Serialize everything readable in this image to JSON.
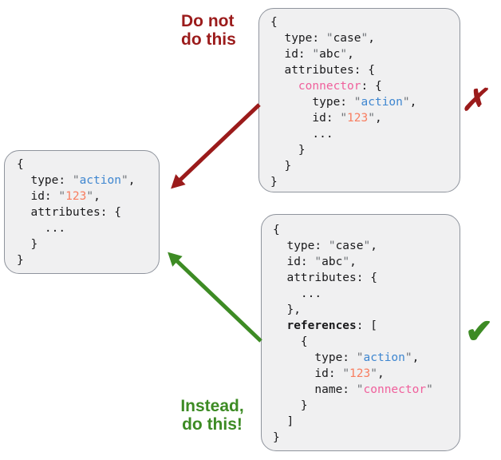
{
  "colors": {
    "red": "#9b1b1b",
    "green": "#3d8b24",
    "code_black": "#1a1a1c",
    "quote": "#6e7277",
    "blue": "#3e86d0",
    "orange": "#f87e60",
    "pink": "#f0609c",
    "box_bg": "#f0f0f1",
    "box_border": "#8f949d"
  },
  "labels": {
    "do_not": "Do not\ndo this",
    "instead": "Instead,\ndo this!"
  },
  "marks": {
    "cross": "✗",
    "check": "✔"
  },
  "boxes": {
    "action_object": [
      [
        {
          "t": "{"
        }
      ],
      [
        {
          "t": "  type: "
        },
        {
          "t": "\"",
          "c": "q"
        },
        {
          "t": "action",
          "c": "blue"
        },
        {
          "t": "\"",
          "c": "q"
        },
        {
          "t": ","
        }
      ],
      [
        {
          "t": "  id: "
        },
        {
          "t": "\"",
          "c": "q"
        },
        {
          "t": "123",
          "c": "orange"
        },
        {
          "t": "\"",
          "c": "q"
        },
        {
          "t": ","
        }
      ],
      [
        {
          "t": "  attributes: {"
        }
      ],
      [
        {
          "t": "    ..."
        }
      ],
      [
        {
          "t": "  }"
        }
      ],
      [
        {
          "t": "}"
        }
      ]
    ],
    "bad_example": [
      [
        {
          "t": "{"
        }
      ],
      [
        {
          "t": "  type: "
        },
        {
          "t": "\"",
          "c": "q"
        },
        {
          "t": "case"
        },
        {
          "t": "\"",
          "c": "q"
        },
        {
          "t": ","
        }
      ],
      [
        {
          "t": "  id: "
        },
        {
          "t": "\"",
          "c": "q"
        },
        {
          "t": "abc"
        },
        {
          "t": "\"",
          "c": "q"
        },
        {
          "t": ","
        }
      ],
      [
        {
          "t": "  attributes: {"
        }
      ],
      [
        {
          "t": "    "
        },
        {
          "t": "connector",
          "c": "pink"
        },
        {
          "t": ": {"
        }
      ],
      [
        {
          "t": "      type: "
        },
        {
          "t": "\"",
          "c": "q"
        },
        {
          "t": "action",
          "c": "blue"
        },
        {
          "t": "\"",
          "c": "q"
        },
        {
          "t": ","
        }
      ],
      [
        {
          "t": "      id: "
        },
        {
          "t": "\"",
          "c": "q"
        },
        {
          "t": "123",
          "c": "orange"
        },
        {
          "t": "\"",
          "c": "q"
        },
        {
          "t": ","
        }
      ],
      [
        {
          "t": "      ..."
        }
      ],
      [
        {
          "t": "    }"
        }
      ],
      [
        {
          "t": "  }"
        }
      ],
      [
        {
          "t": "}"
        }
      ]
    ],
    "good_example": [
      [
        {
          "t": "{"
        }
      ],
      [
        {
          "t": "  type: "
        },
        {
          "t": "\"",
          "c": "q"
        },
        {
          "t": "case"
        },
        {
          "t": "\"",
          "c": "q"
        },
        {
          "t": ","
        }
      ],
      [
        {
          "t": "  id: "
        },
        {
          "t": "\"",
          "c": "q"
        },
        {
          "t": "abc"
        },
        {
          "t": "\"",
          "c": "q"
        },
        {
          "t": ","
        }
      ],
      [
        {
          "t": "  attributes: {"
        }
      ],
      [
        {
          "t": "    ..."
        }
      ],
      [
        {
          "t": "  },"
        }
      ],
      [
        {
          "t": "  "
        },
        {
          "t": "references",
          "b": true
        },
        {
          "t": ": ["
        }
      ],
      [
        {
          "t": "    {"
        }
      ],
      [
        {
          "t": "      type: "
        },
        {
          "t": "\"",
          "c": "q"
        },
        {
          "t": "action",
          "c": "blue"
        },
        {
          "t": "\"",
          "c": "q"
        },
        {
          "t": ","
        }
      ],
      [
        {
          "t": "      id: "
        },
        {
          "t": "\"",
          "c": "q"
        },
        {
          "t": "123",
          "c": "orange"
        },
        {
          "t": "\"",
          "c": "q"
        },
        {
          "t": ","
        }
      ],
      [
        {
          "t": "      name: "
        },
        {
          "t": "\"",
          "c": "q"
        },
        {
          "t": "connector",
          "c": "pink"
        },
        {
          "t": "\"",
          "c": "q"
        }
      ],
      [
        {
          "t": "    }"
        }
      ],
      [
        {
          "t": "  ]"
        }
      ],
      [
        {
          "t": "}"
        }
      ]
    ]
  }
}
